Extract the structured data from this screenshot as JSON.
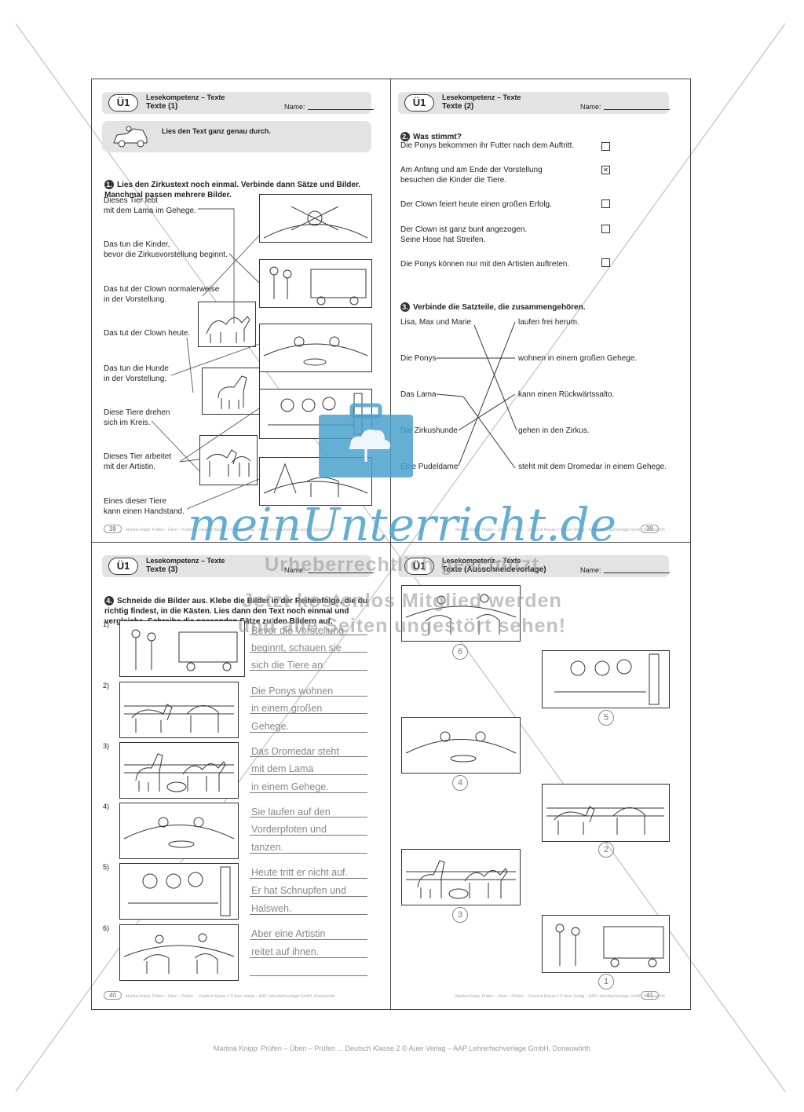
{
  "pages": {
    "p38": {
      "badge": "Ü1",
      "kicker": "Lesekompetenz – Texte",
      "title": "Texte (1)",
      "name_label": "Name:",
      "instruction": "Lies den Text ganz genau durch.",
      "task_num": "1.",
      "task": "Lies den Zirkustext noch einmal. Verbinde dann Sätze und Bilder.\nManchmal passen mehrere Bilder.",
      "sentences": [
        "Dieses Tier lebt\nmit dem Lama im Gehege.",
        "Das tun die Kinder,\nbevor die Zirkusvorstellung beginnt.",
        "Das tut der Clown normalerweise\nin der Vorstellung.",
        "Das tut der Clown heute.",
        "Das tun die Hunde\nin der Vorstellung.",
        "Diese Tiere drehen\nsich im Kreis.",
        "Dieses Tier arbeitet\nmit der Artistin.",
        "Eines dieser Tiere\nkann einen Handstand."
      ],
      "page_number": "38"
    },
    "p39": {
      "badge": "Ü1",
      "kicker": "Lesekompetenz – Texte",
      "title": "Texte (2)",
      "name_label": "Name:",
      "task2_num": "2.",
      "task2": "Was stimmt?",
      "statements": [
        {
          "text": "Die Ponys bekommen ihr Futter nach dem Auftritt.",
          "mark": ""
        },
        {
          "text": "Am Anfang und am Ende der Vorstellung\nbesuchen die Kinder die Tiere.",
          "mark": "✕"
        },
        {
          "text": "Der Clown feiert heute einen großen Erfolg.",
          "mark": ""
        },
        {
          "text": "Der Clown ist ganz bunt angezogen.\nSeine Hose hat Streifen.",
          "mark": ""
        },
        {
          "text": "Die Ponys können nur mit den Artisten auftreten.",
          "mark": ""
        }
      ],
      "task3_num": "3.",
      "task3": "Verbinde die Satzteile, die zusammengehören.",
      "left_parts": [
        "Lisa, Max und Marie",
        "Die Ponys",
        "Das Lama",
        "Die Zirkushunde",
        "Eine Pudeldame"
      ],
      "right_parts": [
        "laufen frei herum.",
        "wohnen in einem großen Gehege.",
        "kann einen Rückwärtssalto.",
        "gehen in den Zirkus.",
        "steht mit dem Dromedar in einem Gehege."
      ],
      "page_number": "39"
    },
    "p40": {
      "badge": "Ü1",
      "kicker": "Lesekompetenz – Texte",
      "title": "Texte (3)",
      "name_label": "Name:",
      "task_num": "4.",
      "task": "Schneide die Bilder aus. Klebe die Bilder in der Reihenfolge, die du\nrichtig findest, in die Kästen. Lies dann den Text noch einmal und\nvergleiche. Schreibe die passenden Sätze zu den Bildern auf.",
      "rows": [
        {
          "label": "1)",
          "lines": [
            "Bevor die Vorstellung",
            "beginnt, schauen sie",
            "sich die Tiere an."
          ]
        },
        {
          "label": "2)",
          "lines": [
            "Die Ponys wohnen",
            "in einem großen",
            "Gehege."
          ]
        },
        {
          "label": "3)",
          "lines": [
            "Das Dromedar steht",
            "mit dem Lama",
            "in einem Gehege."
          ]
        },
        {
          "label": "4)",
          "lines": [
            "Sie laufen auf den",
            "Vorderpfoten und",
            "tanzen."
          ]
        },
        {
          "label": "5)",
          "lines": [
            "Heute tritt er nicht auf.",
            "Er hat Schnupfen und",
            "Halsweh."
          ]
        },
        {
          "label": "6)",
          "lines": [
            "Aber eine Artistin",
            "reitet auf ihnen."
          ]
        }
      ],
      "page_number": "40",
      "footer": "Martina Knipp: Prüfen – Üben – Prüfen ... Deutsch Klasse 2 © Auer Verlag – AAP Lehrerfachverlage GmbH, Donauwörth"
    },
    "p41": {
      "badge": "Ü1",
      "kicker": "Lesekompetenz – Texte",
      "title": "Texte (Ausschneidevorlage)",
      "name_label": "Name:",
      "numbers": [
        "6",
        "5",
        "4",
        "2",
        "3",
        "1"
      ],
      "page_number": "41",
      "footer": "Martina Knipp: Prüfen – Üben – Prüfen ... Deutsch Klasse 2 © Auer Verlag – AAP Lehrerfachverlage GmbH, Donauwörth"
    }
  },
  "watermark": {
    "brand": "meinUnterricht.de",
    "line1": "Urheberrechtlich geschützt",
    "line2": "Jetzt kostenlos Mitglied werden",
    "line3": "und alle Seiten ungestört sehen!"
  },
  "footer": "Martina Knipp: Prüfen – Üben – Prüfen ... Deutsch Klasse 2 © Auer Verlag – AAP Lehrerfachverlage GmbH, Donauwörth"
}
